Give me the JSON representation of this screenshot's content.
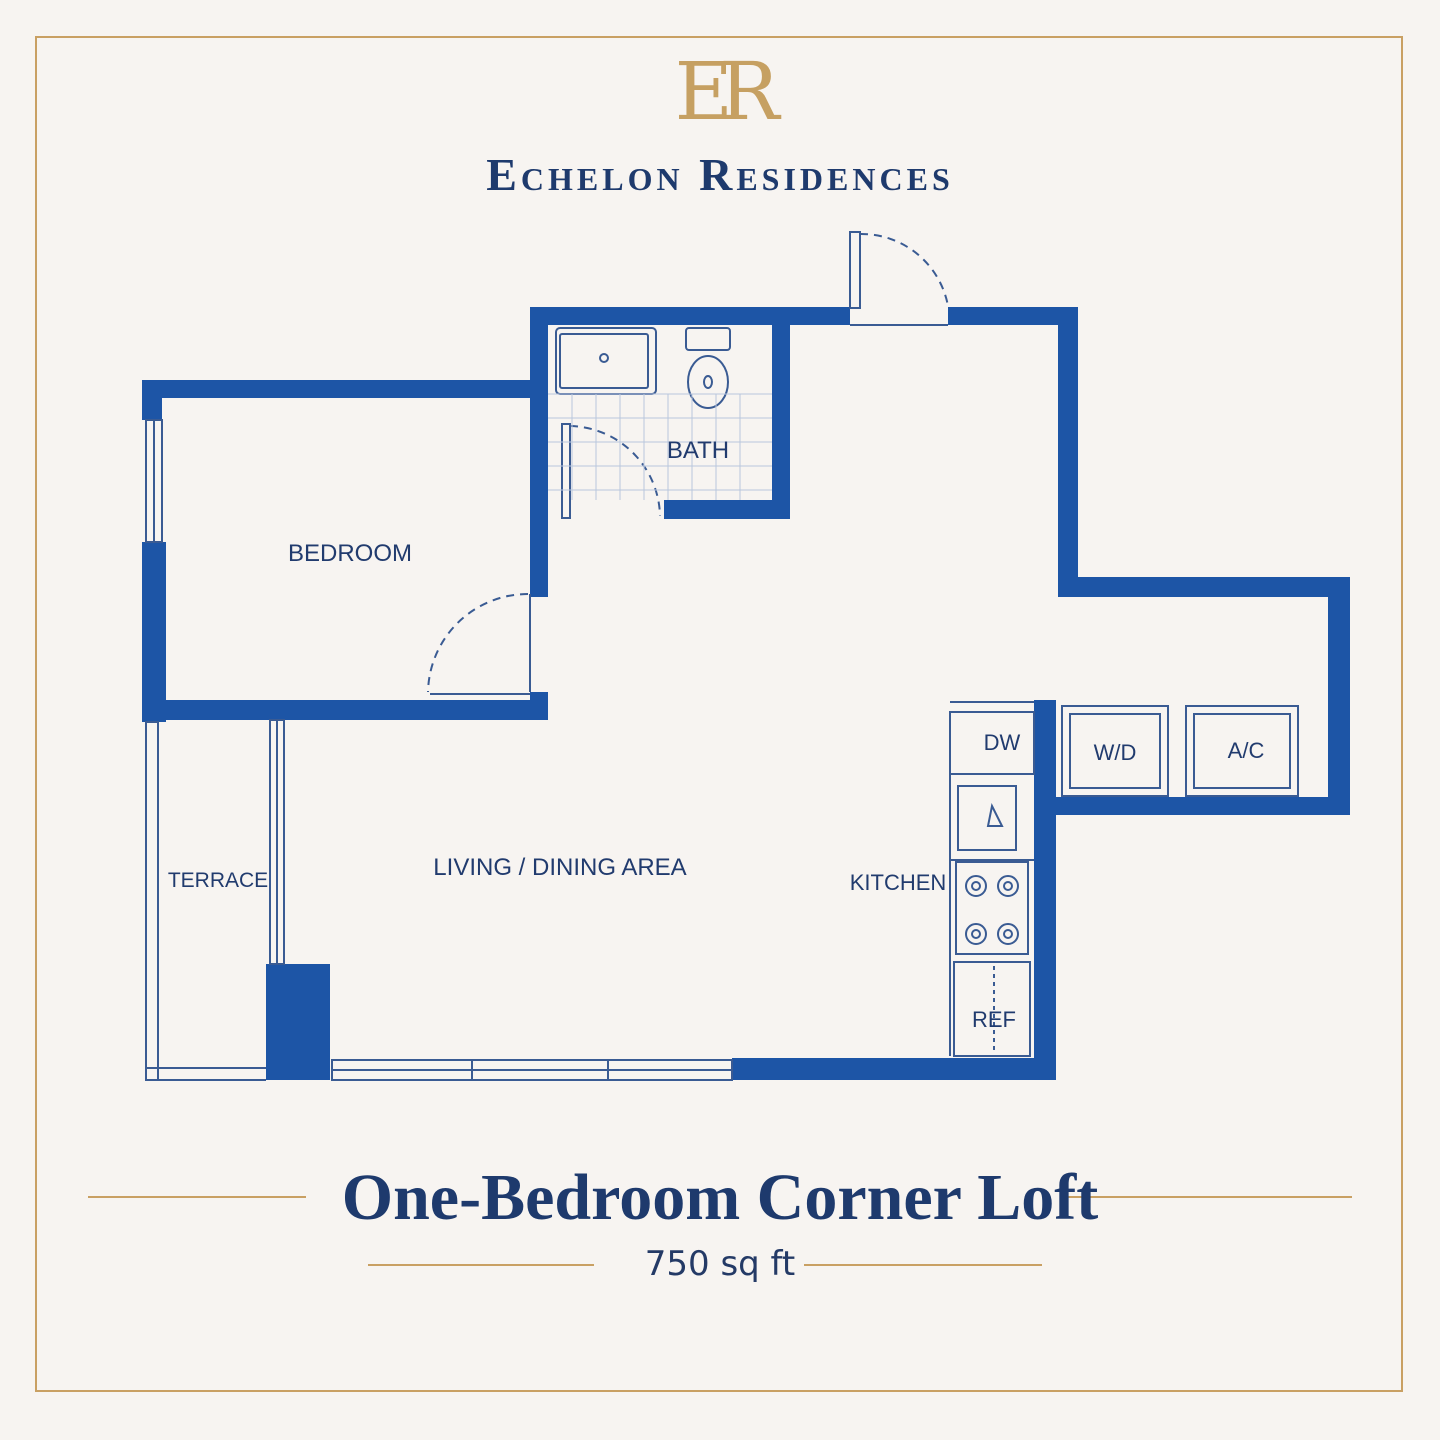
{
  "brand": {
    "monogram": "ER",
    "name": "Echelon Residences"
  },
  "plan": {
    "rooms": {
      "bedroom": "BEDROOM",
      "bath": "BATH",
      "living": "LIVING / DINING AREA",
      "terrace": "TERRACE",
      "kitchen": "KITCHEN",
      "dw": "DW",
      "wd": "W/D",
      "ac": "A/C",
      "ref": "REF"
    }
  },
  "unit": {
    "title": "One-Bedroom Corner Loft",
    "area": "750 sq ft"
  },
  "colors": {
    "wall": "#1d55a6",
    "line": "#3a5b93",
    "gold": "#c9a063",
    "navy": "#1e3a6d"
  }
}
